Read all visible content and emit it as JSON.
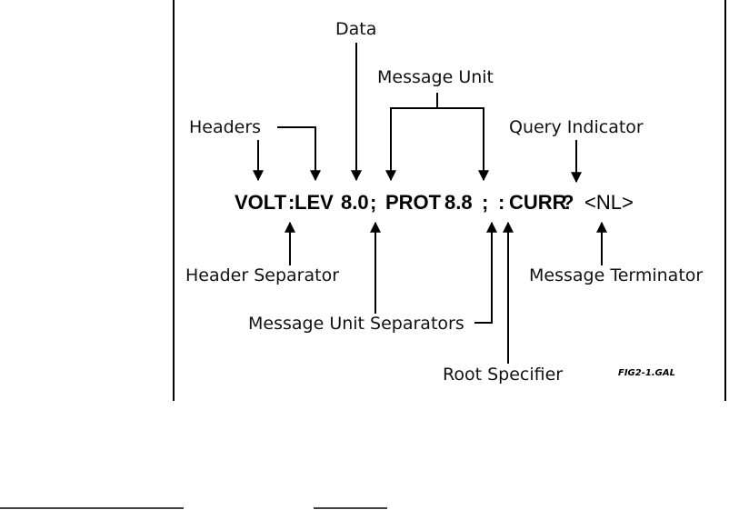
{
  "labels": {
    "data": "Data",
    "message_unit": "Message Unit",
    "headers": "Headers",
    "query_indicator": "Query Indicator",
    "header_separator": "Header Separator",
    "message_terminator": "Message Terminator",
    "message_unit_separators": "Message Unit Separators",
    "root_specifier": "Root Specifier",
    "figure_id": "FIG2-1.GAL"
  },
  "command": {
    "header1": "VOLT",
    "colon1": ":",
    "header2": "LEV",
    "value1": "8.0",
    "semicolon1": ";",
    "header3": "PROT",
    "value2": "8.8",
    "semicolon2": ";",
    "colon2": ":",
    "header4": "CURR",
    "query": "?",
    "terminator": "<NL>"
  }
}
